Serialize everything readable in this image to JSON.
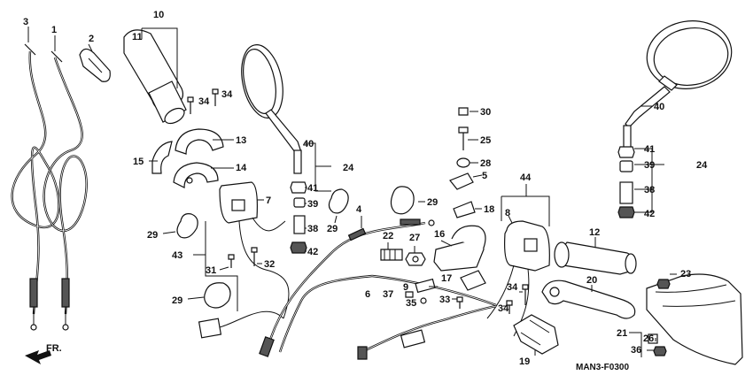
{
  "diagram_code": "MAN3-F0300",
  "fr_label": "FR.",
  "part_numbers": [
    "1",
    "2",
    "3",
    "4",
    "5",
    "6",
    "7",
    "8",
    "9",
    "10",
    "11",
    "12",
    "13",
    "14",
    "15",
    "16",
    "17",
    "18",
    "19",
    "20",
    "21",
    "22",
    "23",
    "24",
    "25",
    "26",
    "27",
    "28",
    "29",
    "30",
    "31",
    "32",
    "33",
    "34",
    "35",
    "36",
    "37",
    "38",
    "39",
    "40",
    "41",
    "42",
    "43",
    "44"
  ],
  "colors": {
    "ink": "#111111",
    "background": "#ffffff",
    "fill_dark": "#555555"
  },
  "icons": [
    "front-arrow-icon"
  ]
}
